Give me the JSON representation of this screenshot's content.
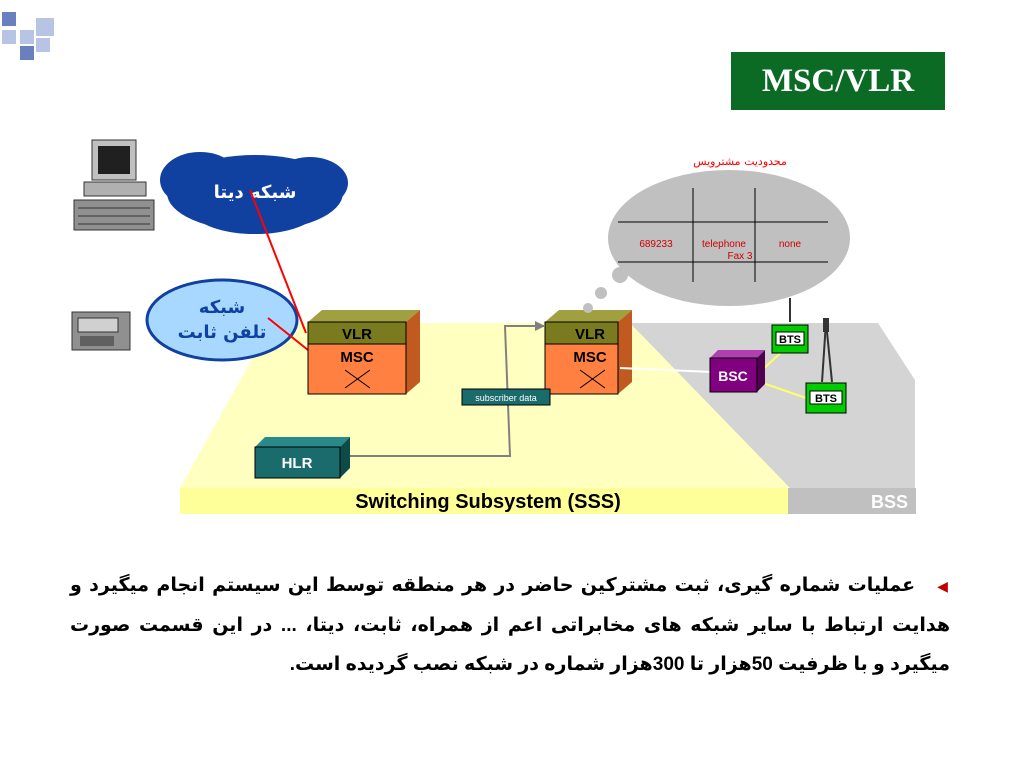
{
  "slide": {
    "title": "MSC/VLR",
    "accent_color": "#0b6b25",
    "bullet_icon": "red-triangle-bullet"
  },
  "diagram": {
    "data_network_label": "شبکه دیتا",
    "fixed_network_label_line1": "شبکه",
    "fixed_network_label_line2": "تلفن ثابت",
    "vlr_label": "VLR",
    "msc_label": "MSC",
    "hlr_label": "HLR",
    "subscriber_data_label": "subscriber data",
    "bsc_label": "BSC",
    "bts_label": "BTS",
    "sss_label": "Switching Subsystem (SSS)",
    "bss_label": "BSS",
    "thought_title": "محدوديت مشترويس",
    "thought_cell_1": "689233",
    "thought_cell_2_line1": "telephone",
    "thought_cell_2_line2": "Fax 3",
    "thought_cell_3": "none",
    "colors": {
      "vlr_box": "#7a7a1e",
      "msc_box": "#ff8040",
      "hlr_box": "#1a6b6b",
      "bsc_box": "#800080",
      "bts_box": "#00cc00",
      "sss_floor": "#ffffc0",
      "bss_floor": "#d4d4d4",
      "cloud": "#1040a0",
      "cloud_light": "#a8d8ff"
    }
  },
  "body_text": "عملیات شماره گیری، ثبت مشترکین حاضر در هر منطقه توسط این سیستم انجام میگیرد و هدایت ارتباط با سایر شبکه های مخابراتی اعم از همراه، ثابت، دیتا، ... در این قسمت صورت میگیرد و با ظرفیت 50هزار تا 300هزار شماره در شبکه نصب گردیده است."
}
